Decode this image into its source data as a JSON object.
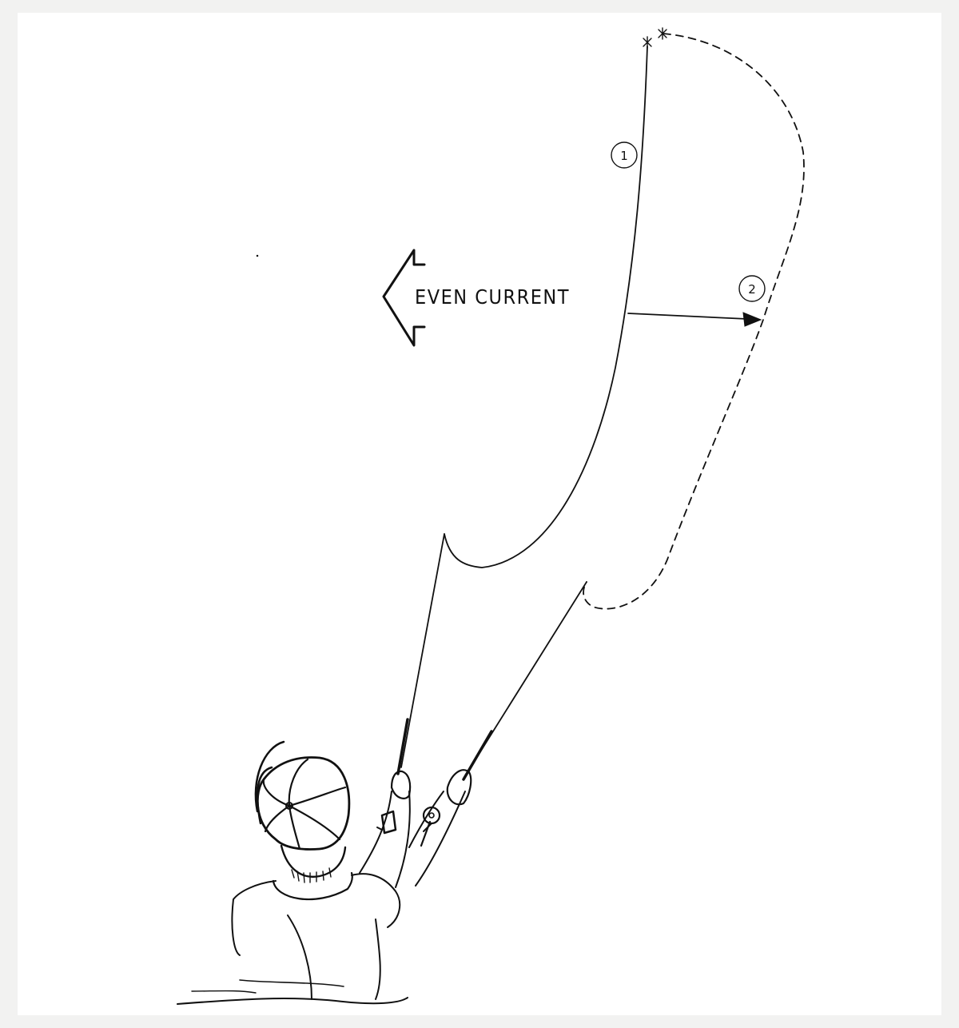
{
  "diagram": {
    "current_label": "EVEN CURRENT",
    "marker_1": "1",
    "marker_2": "2",
    "colors": {
      "ink": "#111111",
      "paper": "#ffffff",
      "border": "#f2f2f1"
    }
  }
}
